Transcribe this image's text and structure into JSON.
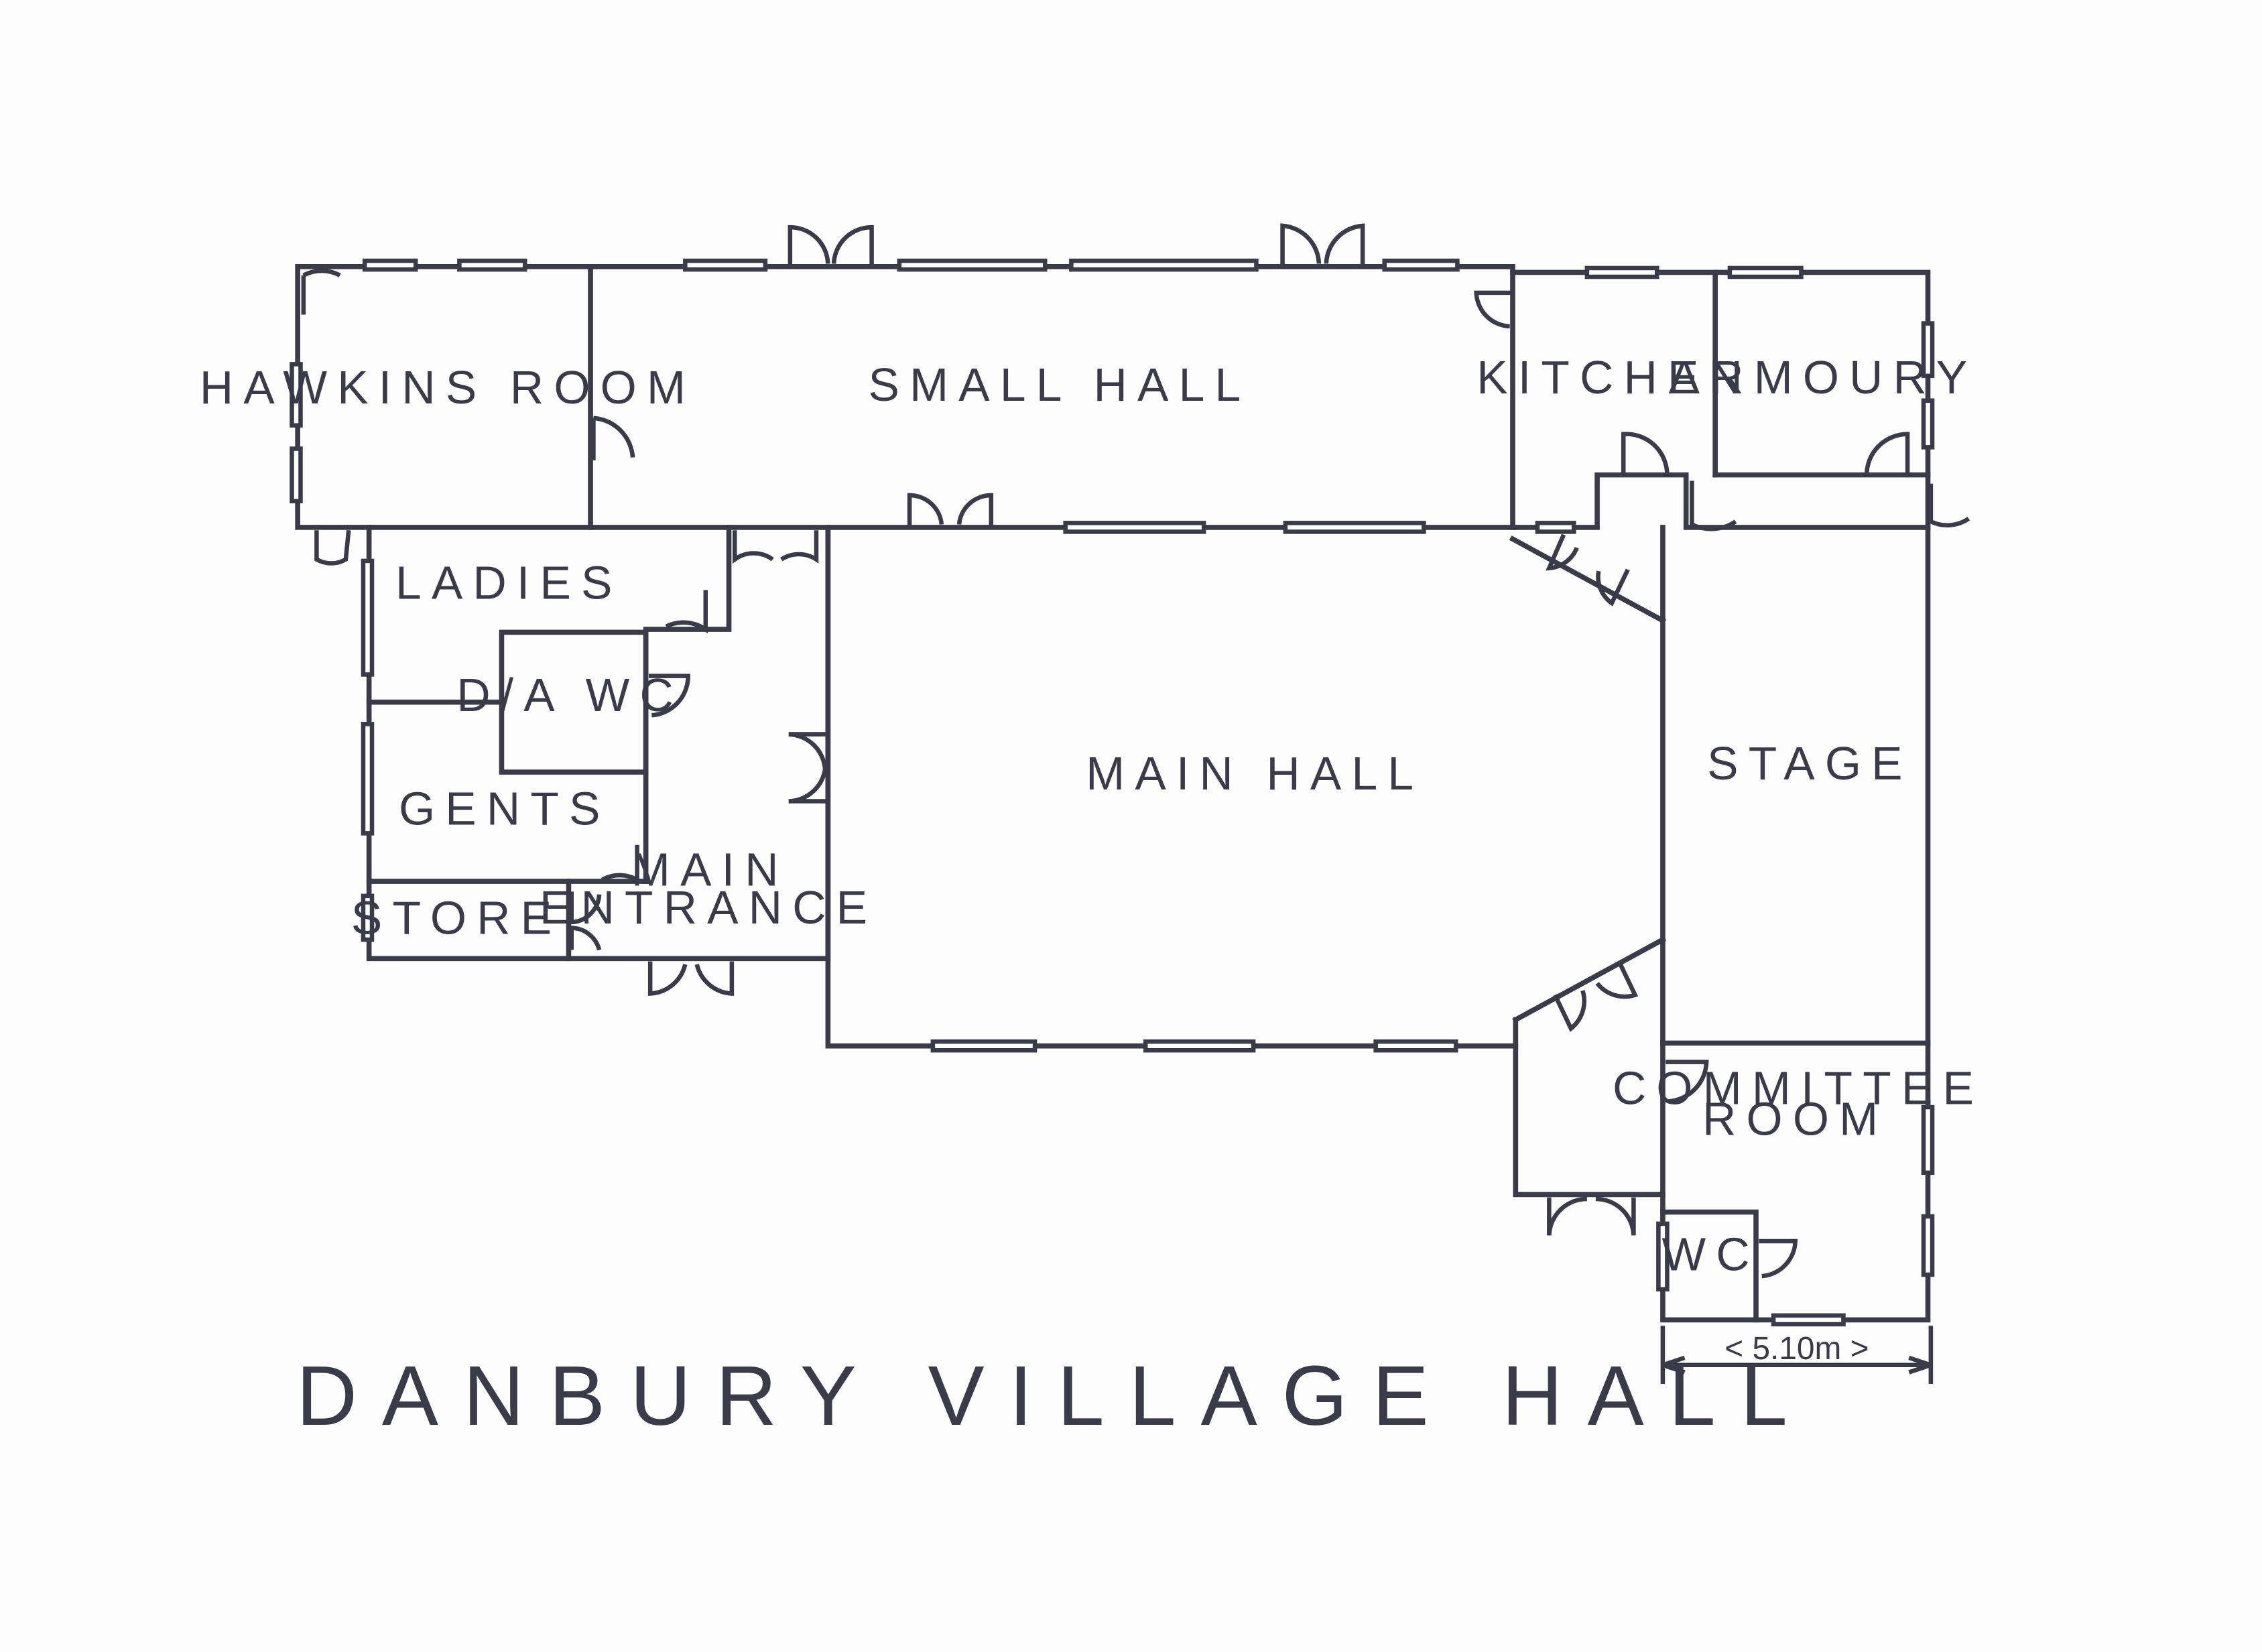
{
  "title": "DANBURY VILLAGE HALL",
  "rooms": {
    "hawkins_room": "HAWKINS ROOM",
    "small_hall": "SMALL HALL",
    "kitchen": "KITCHEN",
    "armoury": "ARMOURY",
    "ladies": "LADIES",
    "da_wc": "D/A WC",
    "gents": "GENTS",
    "store": "STORE",
    "main_entrance_1": "MAIN",
    "main_entrance_2": "ENTRANCE",
    "main_hall": "MAIN HALL",
    "stage": "STAGE",
    "committee_room_1": "COMMITTEE",
    "committee_room_2": "ROOM",
    "wc": "WC"
  },
  "scale_label": "< 5.10m >",
  "colors": {
    "ink": "#3a3a48",
    "paper": "#fdfdfd"
  }
}
